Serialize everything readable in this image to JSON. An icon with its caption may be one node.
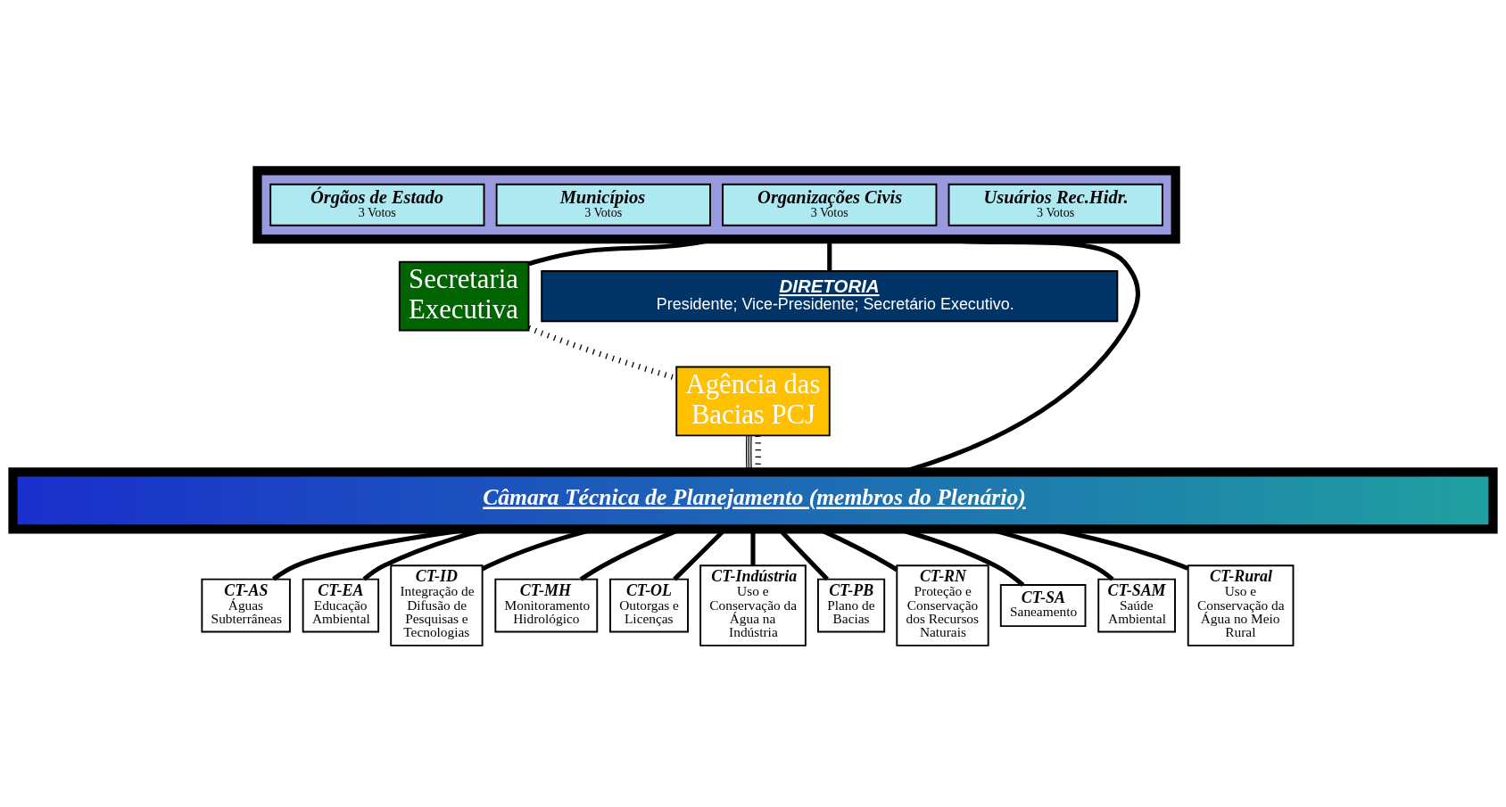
{
  "diagram": {
    "nodes": [
      {
        "text": [],
        "shape": "box"
      },
      {
        "text": [
          "Órgãos de Estado",
          "3 Votos"
        ],
        "in": 0
      },
      {
        "text": [
          "Municípios",
          "3 Votos"
        ],
        "in": 0
      },
      {
        "text": [
          "Organizações Civis",
          "3 Votos"
        ],
        "in": 0
      },
      {
        "text": [
          "Usuários Rec.Hidr.",
          "3 Votos"
        ],
        "in": 0
      },
      {
        "text": [
          "Secretaria Executiva"
        ]
      },
      {
        "text": [
          "DIRETORIA",
          "Presidente; Vice-Presidente; Secretário Executivo."
        ]
      },
      {
        "text": [
          "Agência das Bacias PCJ"
        ]
      },
      {
        "text": [
          "Câmara Técnica de Planejamento (membros do Plenário)"
        ]
      },
      {
        "text": [
          "CT-AS",
          "Águas Subterrâneas"
        ]
      },
      {
        "text": [
          "CT-EA",
          "Educação Ambiental"
        ]
      },
      {
        "text": [
          "CT-ID",
          "Integração de Difusão de Pesquisas e Tecnologias"
        ]
      },
      {
        "text": [
          "CT-MH",
          "Monitoramento Hidrológico"
        ]
      },
      {
        "text": [
          "CT-OL",
          "Outorgas e Licenças"
        ]
      },
      {
        "text": [
          "CT-Indústria",
          "Uso e Conservação da Água na Indústria"
        ]
      },
      {
        "text": [
          "CT-PB",
          "Plano de Bacias"
        ]
      },
      {
        "text": [
          "CT-RN",
          "Proteção e Conservação dos Recursos Naturais"
        ]
      },
      {
        "text": [
          "CT-SA",
          "Saneamento"
        ]
      },
      {
        "text": [
          "CT-SAM",
          "Saúde Ambiental"
        ]
      },
      {
        "text": [
          "CT-Rural",
          "Uso e Conservação da Água no Meio Rural"
        ]
      }
    ],
    "edges": [
      {
        "from": 0,
        "to": 5,
        "arrow": "none"
      },
      {
        "from": 0,
        "to": 6,
        "arrow": "none"
      },
      {
        "from": 0,
        "to": 8,
        "arrow": "none"
      },
      {
        "from": 5,
        "to": 7,
        "arrow": "none",
        "style": "dashed"
      },
      {
        "from": 7,
        "to": 8,
        "arrow": "none"
      },
      {
        "from": 7,
        "to": 8,
        "arrow": "none",
        "style": "dashed"
      },
      {
        "from": 8,
        "to": 9,
        "arrow": "none"
      },
      {
        "from": 8,
        "to": 10,
        "arrow": "none"
      },
      {
        "from": 8,
        "to": 11,
        "arrow": "none"
      },
      {
        "from": 8,
        "to": 12,
        "arrow": "none"
      },
      {
        "from": 8,
        "to": 13,
        "arrow": "none"
      },
      {
        "from": 8,
        "to": 14,
        "arrow": "none"
      },
      {
        "from": 8,
        "to": 15,
        "arrow": "none"
      },
      {
        "from": 8,
        "to": 16,
        "arrow": "none"
      },
      {
        "from": 8,
        "to": 17,
        "arrow": "none"
      },
      {
        "from": 8,
        "to": 18,
        "arrow": "none"
      },
      {
        "from": 8,
        "to": 19,
        "arrow": "none"
      }
    ]
  }
}
